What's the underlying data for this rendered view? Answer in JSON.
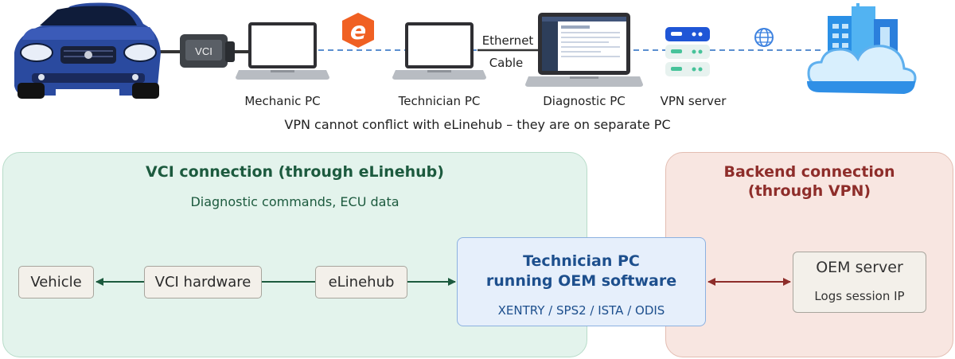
{
  "top": {
    "vci_label": "VCI",
    "mechanic_pc": "Mechanic PC",
    "technician_pc": "Technician PC",
    "ethernet_line1": "Ethernet",
    "ethernet_line2": "Cable",
    "diagnostic_pc": "Diagnostic PC",
    "vpn_server": "VPN server",
    "elinehub_logo_letter": "e",
    "caption": "VPN cannot conflict with eLinehub – they are on separate PC"
  },
  "vci_panel": {
    "title": "VCI connection (through eLinehub)",
    "subtitle": "Diagnostic commands, ECU data",
    "vehicle": "Vehicle",
    "vci_hardware": "VCI hardware",
    "elinehub": "eLinehub"
  },
  "technician": {
    "title_line1": "Technician PC",
    "title_line2": "running OEM software",
    "software": "XENTRY / SPS2 / ISTA / ODIS"
  },
  "backend_panel": {
    "title_line1": "Backend connection",
    "title_line2": "(through VPN)",
    "oem_server": "OEM server",
    "oem_sub": "Logs session IP"
  },
  "colors": {
    "vci_green": "#1c5a3e",
    "backend_red": "#8e2d2a",
    "tech_blue": "#1d4f8d",
    "car_blue": "#2a4a9f",
    "dashed_line": "#5b8fd0"
  }
}
